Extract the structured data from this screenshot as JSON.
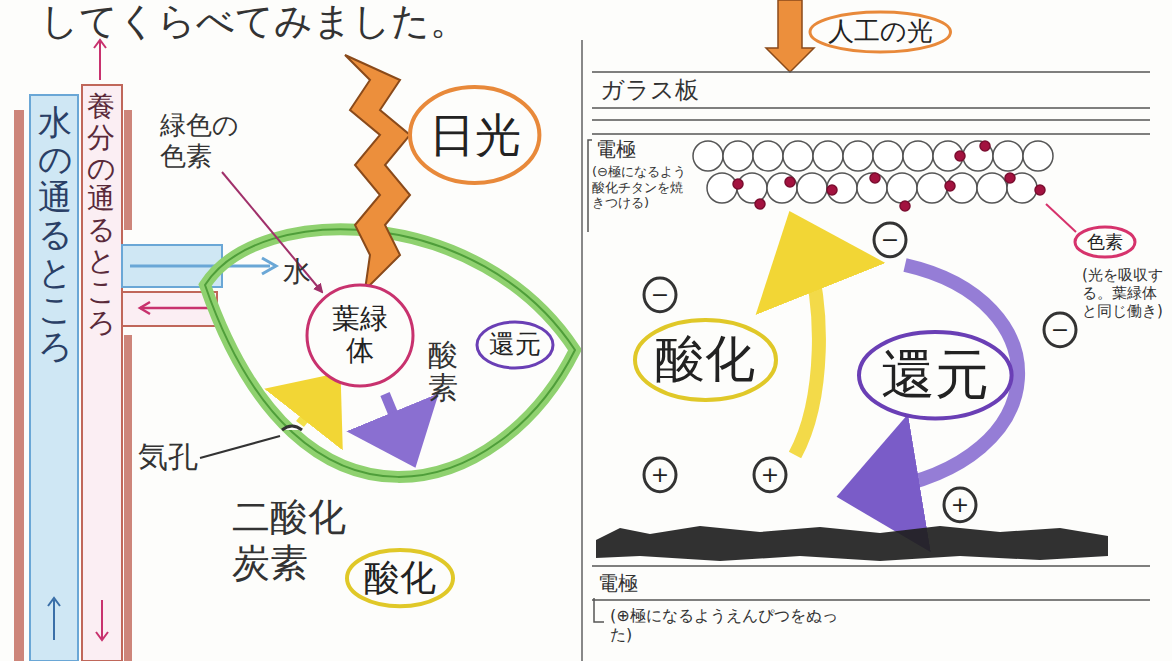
{
  "diagram": {
    "title": "してくらべてみました。",
    "nodes": [
      {
        "text": [
          "日光"
        ]
      },
      {
        "text": [
          "葉緑体"
        ]
      },
      {
        "text": [
          "還元"
        ]
      },
      {
        "text": [
          "酸化"
        ]
      },
      {
        "text": [
          "人工の光"
        ]
      },
      {
        "text": [
          "色素"
        ]
      },
      {
        "text": [
          "酸化"
        ]
      },
      {
        "text": [
          "還元"
        ]
      },
      {
        "text": [
          "−"
        ]
      },
      {
        "text": [
          "−"
        ]
      },
      {
        "text": [
          "−"
        ]
      },
      {
        "text": [
          "+"
        ]
      },
      {
        "text": [
          "+"
        ]
      },
      {
        "text": [
          "+"
        ]
      }
    ],
    "labels": [
      "緑色の色素",
      "水の通るところ",
      "養分の通るところ",
      "水",
      "酸素",
      "気孔",
      "二酸化炭素",
      "ガラス板",
      "電極",
      "(⊖極になるよう酸化チタンを焼きつける)",
      "(光を吸収する。葉緑体と同じ働き)",
      "電極",
      "(⊕極になるようえんぴつをぬった)"
    ]
  }
}
